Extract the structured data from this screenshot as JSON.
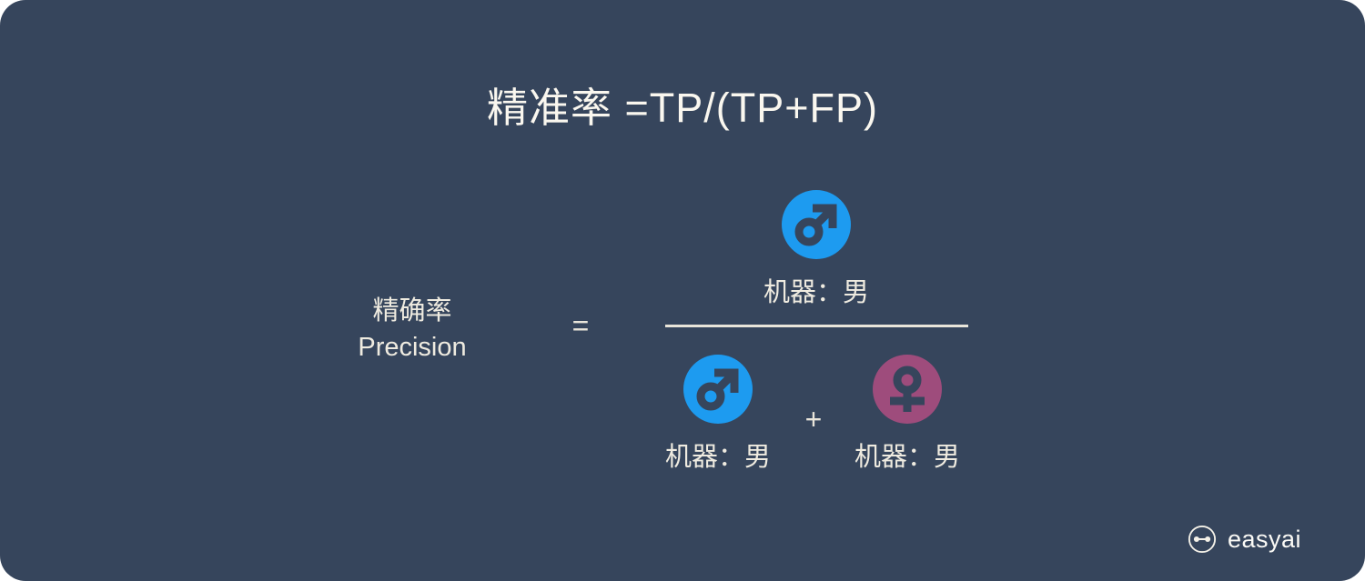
{
  "title": "精准率 =TP/(TP+FP)",
  "formula": {
    "name_zh": "精确率",
    "name_en": "Precision",
    "equals_sign": "=",
    "plus_sign": "+",
    "numerator": {
      "icon": "male-symbol",
      "label": "机器：男"
    },
    "denominator": [
      {
        "icon": "male-symbol",
        "label": "机器：男"
      },
      {
        "icon": "female-symbol",
        "label": "机器：男"
      }
    ]
  },
  "branding": {
    "logo_icon": "robot-face",
    "logo_text": "easyai"
  },
  "colors": {
    "background": "#36455c",
    "text": "#efebe0",
    "male_icon_blue": "#1d9bf0",
    "female_icon_purple": "#9e4c7c",
    "fraction_line": "#e9e5da"
  }
}
